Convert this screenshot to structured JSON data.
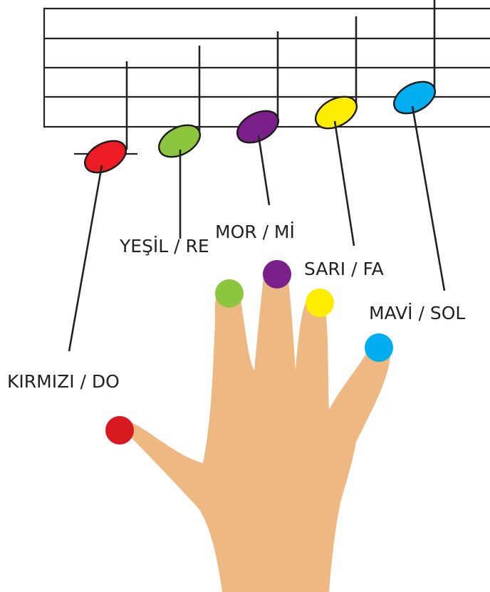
{
  "notes": [
    {
      "id": "do",
      "label": "KIRMIZI / DO",
      "color_name": "red",
      "color": "#ED1C24",
      "finger_color": "#D71920",
      "icon": "note-head-icon"
    },
    {
      "id": "re",
      "label": "YEŞİL / RE",
      "color_name": "green",
      "color": "#8CC63F",
      "finger_color": "#8CC63F",
      "icon": "note-head-icon"
    },
    {
      "id": "mi",
      "label": "MOR / Mİ",
      "color_name": "purple",
      "color": "#7B1F8A",
      "finger_color": "#7B1F8A",
      "icon": "note-head-icon"
    },
    {
      "id": "fa",
      "label": "SARI / FA",
      "color_name": "yellow",
      "color": "#FFED00",
      "finger_color": "#FFED00",
      "icon": "note-head-icon"
    },
    {
      "id": "sol",
      "label": "MAVİ / SOL",
      "color_name": "blue",
      "color": "#00AEEF",
      "finger_color": "#00AEEF",
      "icon": "note-head-icon"
    }
  ],
  "colors": {
    "skin": "#EDB882",
    "ink": "#222222"
  },
  "hand_icon": "hand-icon"
}
